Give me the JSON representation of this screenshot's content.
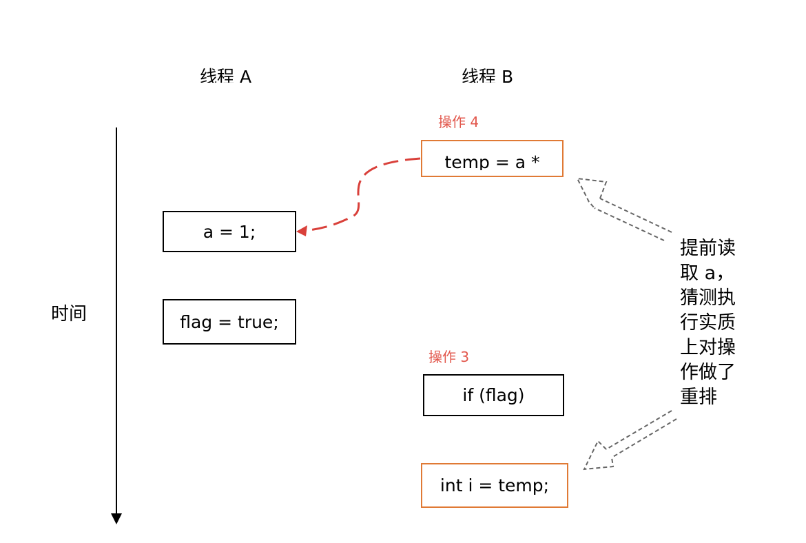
{
  "threads": {
    "a": "线程 A",
    "b": "线程 B"
  },
  "operations": {
    "op4_label": "操作 4",
    "op3_label": "操作 3"
  },
  "boxes": {
    "a_assign": "a = 1;",
    "flag_assign": "flag = true;",
    "temp_assign": "temp = a *",
    "if_flag": "if (flag)",
    "int_assign": "int i = temp;"
  },
  "time_axis": {
    "label": "时间"
  },
  "note": {
    "text": "提前读取 a，猜测执行实质上对操作做了重排"
  },
  "colors": {
    "accent_red": "#e2574c",
    "accent_orange": "#e07a35",
    "dashed_gray": "#666666"
  }
}
